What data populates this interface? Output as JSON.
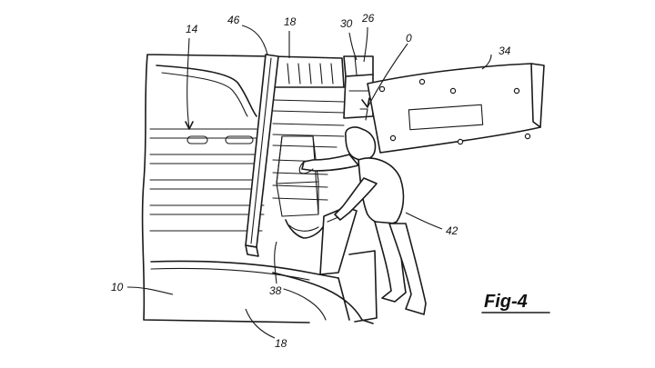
{
  "figure_label": "Fig-4",
  "reference_numerals": {
    "n14": "14",
    "n46": "46",
    "n18_top": "18",
    "n30": "30",
    "n26": "26",
    "n0": "0",
    "n34": "34",
    "n42": "42",
    "n38": "38",
    "n10": "10",
    "n18_bottom": "18"
  }
}
